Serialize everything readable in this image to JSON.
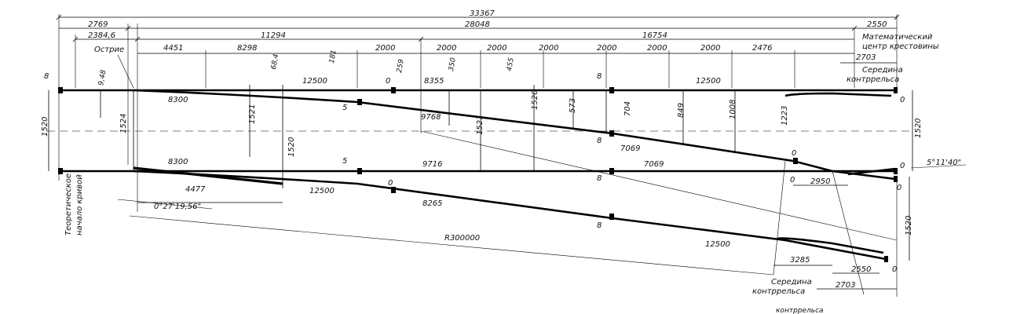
{
  "drawing": {
    "overall": "33367",
    "dims_top": [
      "2769",
      "28048",
      "2550"
    ],
    "dims_row2": [
      "2384,6",
      "11294",
      "16754"
    ],
    "dims_row3": [
      "4451",
      "8298",
      "2000",
      "2000",
      "2000",
      "2000",
      "2000",
      "2000",
      "2000",
      "2476"
    ],
    "labels": {
      "ostrie": "Острие",
      "math_center_1": "Математический",
      "math_center_2": "центр крестовины",
      "seredina_1": "Середина",
      "kontrrelsa": "контррельса",
      "theor_1": "Теоретическое",
      "theor_2": "начало кривой",
      "radius": "R300000",
      "angle_frog": "5°11'40\"",
      "angle_start": "0°27'19,56\"",
      "bottom_cut": "контррельса"
    },
    "values": {
      "v8": "8",
      "v948": "9,48",
      "v1520": "1520",
      "v1524": "1524",
      "v8300": "8300",
      "v684": "68,4",
      "v181": "181",
      "v12500": "12500",
      "v0": "0",
      "v259": "259",
      "v8355": "8355",
      "v350": "350",
      "v455": "455",
      "v5": "5",
      "v1521": "1521",
      "v9768": "9768",
      "v573": "573",
      "v704": "704",
      "v849": "849",
      "v1008": "1008",
      "v1223": "1223",
      "v7069": "7069",
      "v9716": "9716",
      "v4477": "4477",
      "v8265": "8265",
      "v2950": "2950",
      "v2703": "2703",
      "v3285": "3285",
      "v2550": "2550"
    }
  }
}
